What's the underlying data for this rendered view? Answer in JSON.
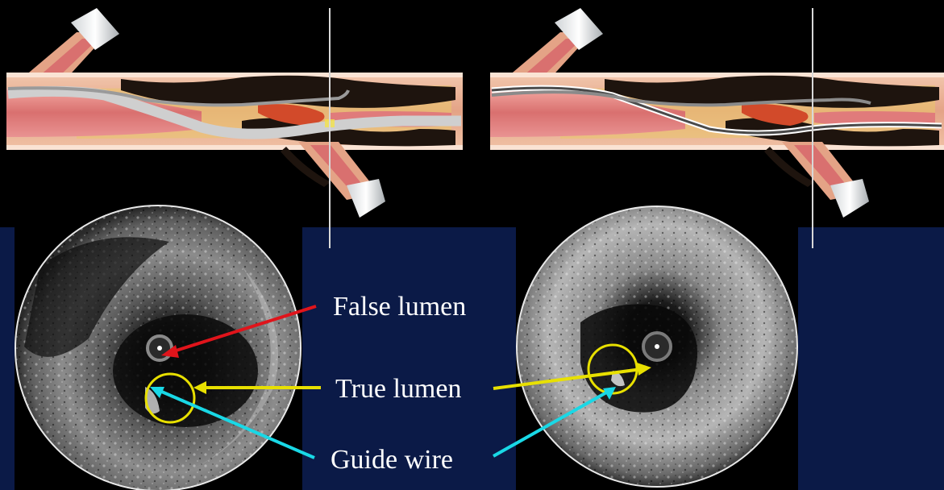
{
  "labels": {
    "false_lumen": "False lumen",
    "true_lumen": "True lumen",
    "guide_wire": "Guide wire"
  },
  "colors": {
    "background": "#000000",
    "panel_navy": "#0b1a47",
    "false_lumen_arrow": "#e0141b",
    "true_lumen_arrow": "#e8e000",
    "guide_wire_arrow": "#19d8e6",
    "vessel_wall": "#e8a987",
    "lumen_pink": "#e58a8a",
    "plaque_dark": "#1e140e"
  },
  "icons": {
    "vessel_left": "artery-longitudinal-illustration",
    "vessel_right": "artery-longitudinal-illustration",
    "ivus_left": "ivus-cross-section-image",
    "ivus_right": "ivus-cross-section-image"
  }
}
